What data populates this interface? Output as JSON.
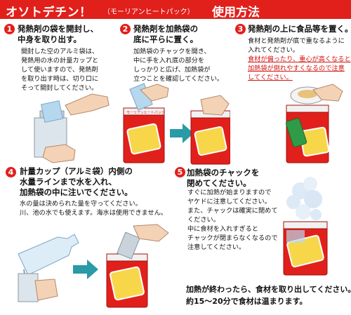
{
  "title": {
    "main": "オソトデチン！",
    "sub": "（モーリアンヒートパック）",
    "right": "使用方法"
  },
  "steps": [
    {
      "number": "1",
      "heading": [
        "発熱剤の袋を開封し、",
        "中身を取り出す。"
      ],
      "body": [
        "開封した空のアルミ袋は、",
        "発熱用の水の計量カップと",
        "して使いますので、発熱剤",
        "を取り出す時は、切り口に",
        "そって開封してください。"
      ]
    },
    {
      "number": "2",
      "heading": [
        "発熱剤を加熱袋の",
        "底に平らに置く。"
      ],
      "body": [
        "加熱袋のチャックを開き、",
        "中に手を入れ底の部分を",
        "しっかりと広げ、加熱袋が",
        "立つことを確認してください。"
      ]
    },
    {
      "number": "3",
      "heading": [
        "発熱剤の上に食品等を置く。"
      ],
      "body": [
        "食材と発熱剤が底で重なるように",
        "入れてください。"
      ],
      "warning": [
        "食材が偏ったり、重心が高くなると",
        "加熱袋が倒れやすくなるので注意",
        "してください。"
      ]
    },
    {
      "number": "4",
      "heading": [
        "計量カップ（アルミ袋）内側の",
        "水量ラインまで水を入れ、",
        "加熱袋の中に注いでください。"
      ],
      "body": [
        "水の量は決められた量を守ってください。",
        "川、池の水でも使えます。海水は使用できません。"
      ]
    },
    {
      "number": "5",
      "heading": [
        "加熱袋のチャックを",
        "閉めてください。"
      ],
      "body": [
        "すぐに加熱が始まりますので",
        "ヤケドに注意してください。",
        "また、チャックは確実に閉めて",
        "ください。",
        "中に食材を入れすぎると",
        "チャックが閉まらなくなるので",
        "注意してください。"
      ]
    }
  ],
  "footer": [
    "加熱が終わったら、食材を取り出してください。",
    "約15～20分で食材は温まります。"
  ],
  "pack_label": "モーリアンヒートパック",
  "colors": {
    "brand_red": "#e1201b",
    "arrow_teal": "#2a9aa6",
    "warning_red": "#d2140f"
  },
  "icons": [
    "hand-icon",
    "pouch-icon",
    "arrow-right-icon",
    "bottle-icon",
    "steam-icon",
    "food-plate-icon",
    "can-icon"
  ]
}
